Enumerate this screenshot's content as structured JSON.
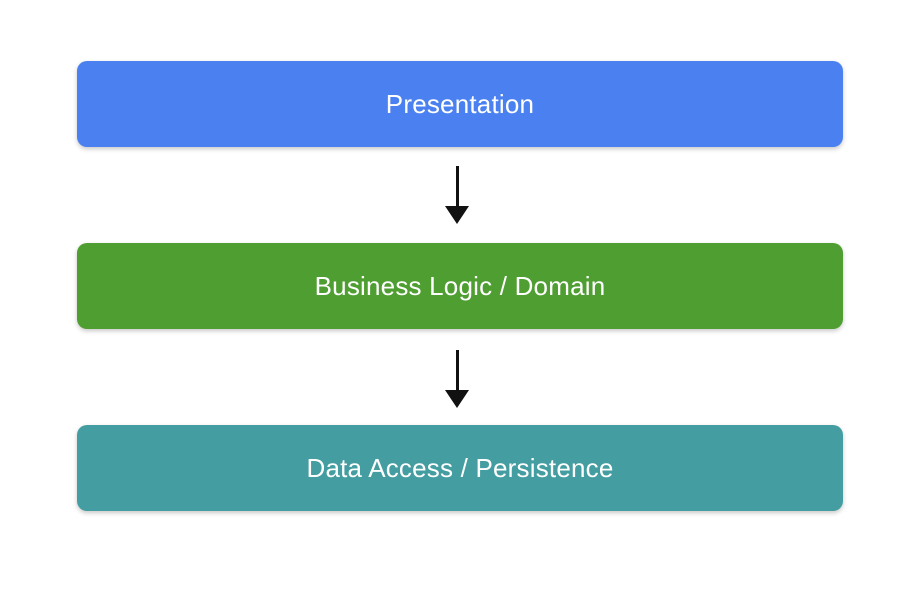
{
  "diagram": {
    "type": "layered-architecture-flow",
    "background_color": "#ffffff",
    "text_color": "#ffffff",
    "arrow_color": "#111111",
    "layers": [
      {
        "label": "Presentation",
        "color": "#4a80f0"
      },
      {
        "label": "Business Logic / Domain",
        "color": "#4f9e31"
      },
      {
        "label": "Data Access / Persistence",
        "color": "#449da0"
      }
    ],
    "connections": [
      {
        "from": "Presentation",
        "to": "Business Logic / Domain",
        "direction": "down"
      },
      {
        "from": "Business Logic / Domain",
        "to": "Data Access / Persistence",
        "direction": "down"
      }
    ]
  }
}
